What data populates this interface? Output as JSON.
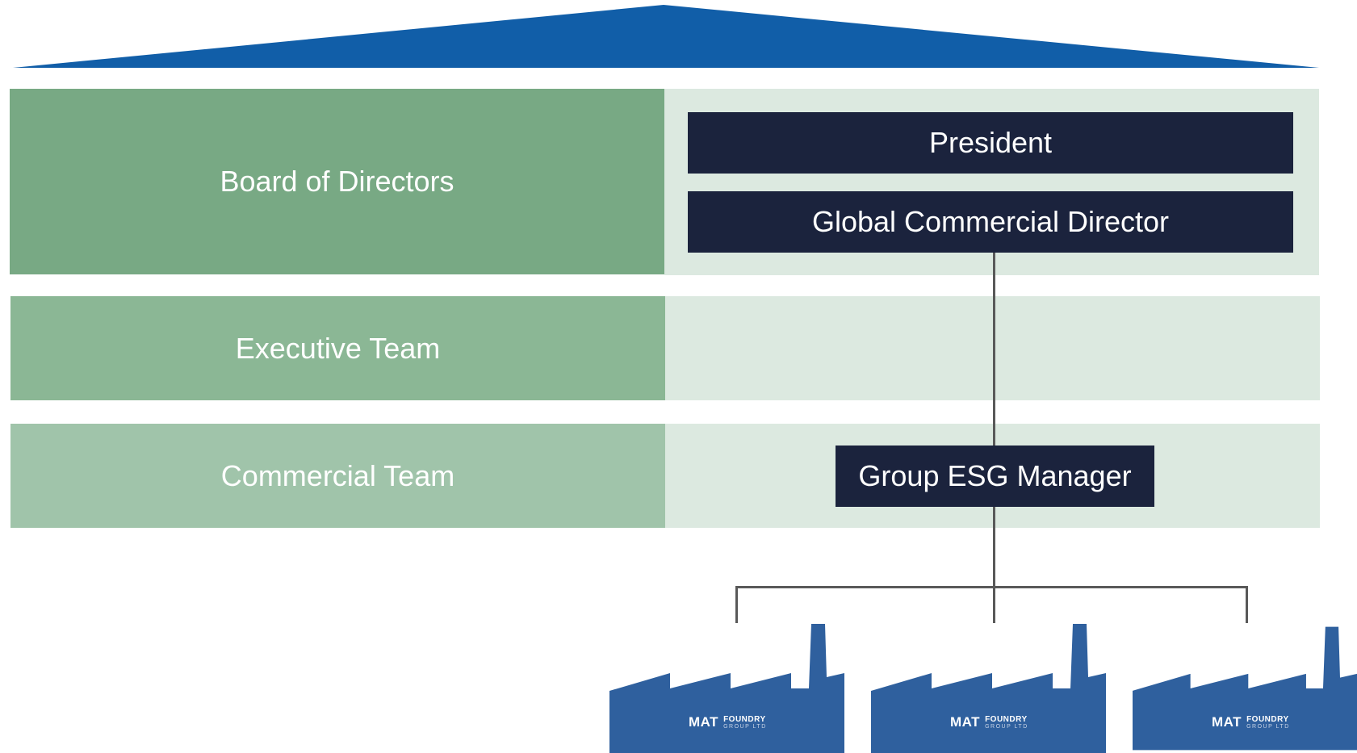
{
  "colors": {
    "roof": "#115ea8",
    "board_band": "#78a984",
    "executive_band": "#8bb795",
    "commercial_band": "#a0c4aa",
    "right_band": "#dce9e0",
    "role_box": "#1b233d",
    "connector": "#595959",
    "factory": "#2f609e"
  },
  "rows": [
    {
      "label": "Board of Directors"
    },
    {
      "label": "Executive Team"
    },
    {
      "label": "Commercial Team"
    }
  ],
  "roles": {
    "president": "President",
    "global_commercial_director": "Global Commercial Director",
    "group_esg_manager": "Group ESG Manager"
  },
  "factories": [
    {
      "icon": "factory-icon",
      "logo_main": "MAT",
      "logo_name": "FOUNDRY",
      "logo_sub": "GROUP LTD"
    },
    {
      "icon": "factory-icon",
      "logo_main": "MAT",
      "logo_name": "FOUNDRY",
      "logo_sub": "GROUP LTD"
    },
    {
      "icon": "factory-icon",
      "logo_main": "MAT",
      "logo_name": "FOUNDRY",
      "logo_sub": "GROUP LTD"
    }
  ]
}
